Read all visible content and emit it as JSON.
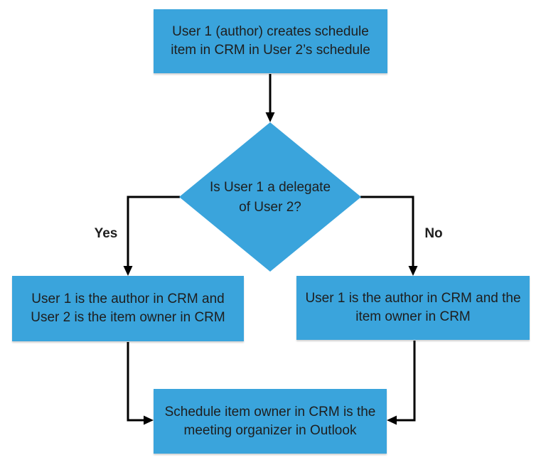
{
  "colors": {
    "node_fill": "#3AA4DC",
    "node_text": "#1E1E1E",
    "arrow": "#000000",
    "background": "#FFFFFF"
  },
  "nodes": {
    "start": {
      "text": "User 1 (author) creates schedule item in CRM in User 2’s schedule"
    },
    "decision": {
      "text": "Is User 1 a delegate of User 2?"
    },
    "yes_result": {
      "text": "User 1 is the author in CRM and User 2 is the item owner in CRM"
    },
    "no_result": {
      "text": "User 1 is the author in CRM and the item owner in CRM"
    },
    "end": {
      "text": "Schedule item owner in CRM is the meeting organizer in Outlook"
    }
  },
  "labels": {
    "yes": "Yes",
    "no": "No"
  }
}
